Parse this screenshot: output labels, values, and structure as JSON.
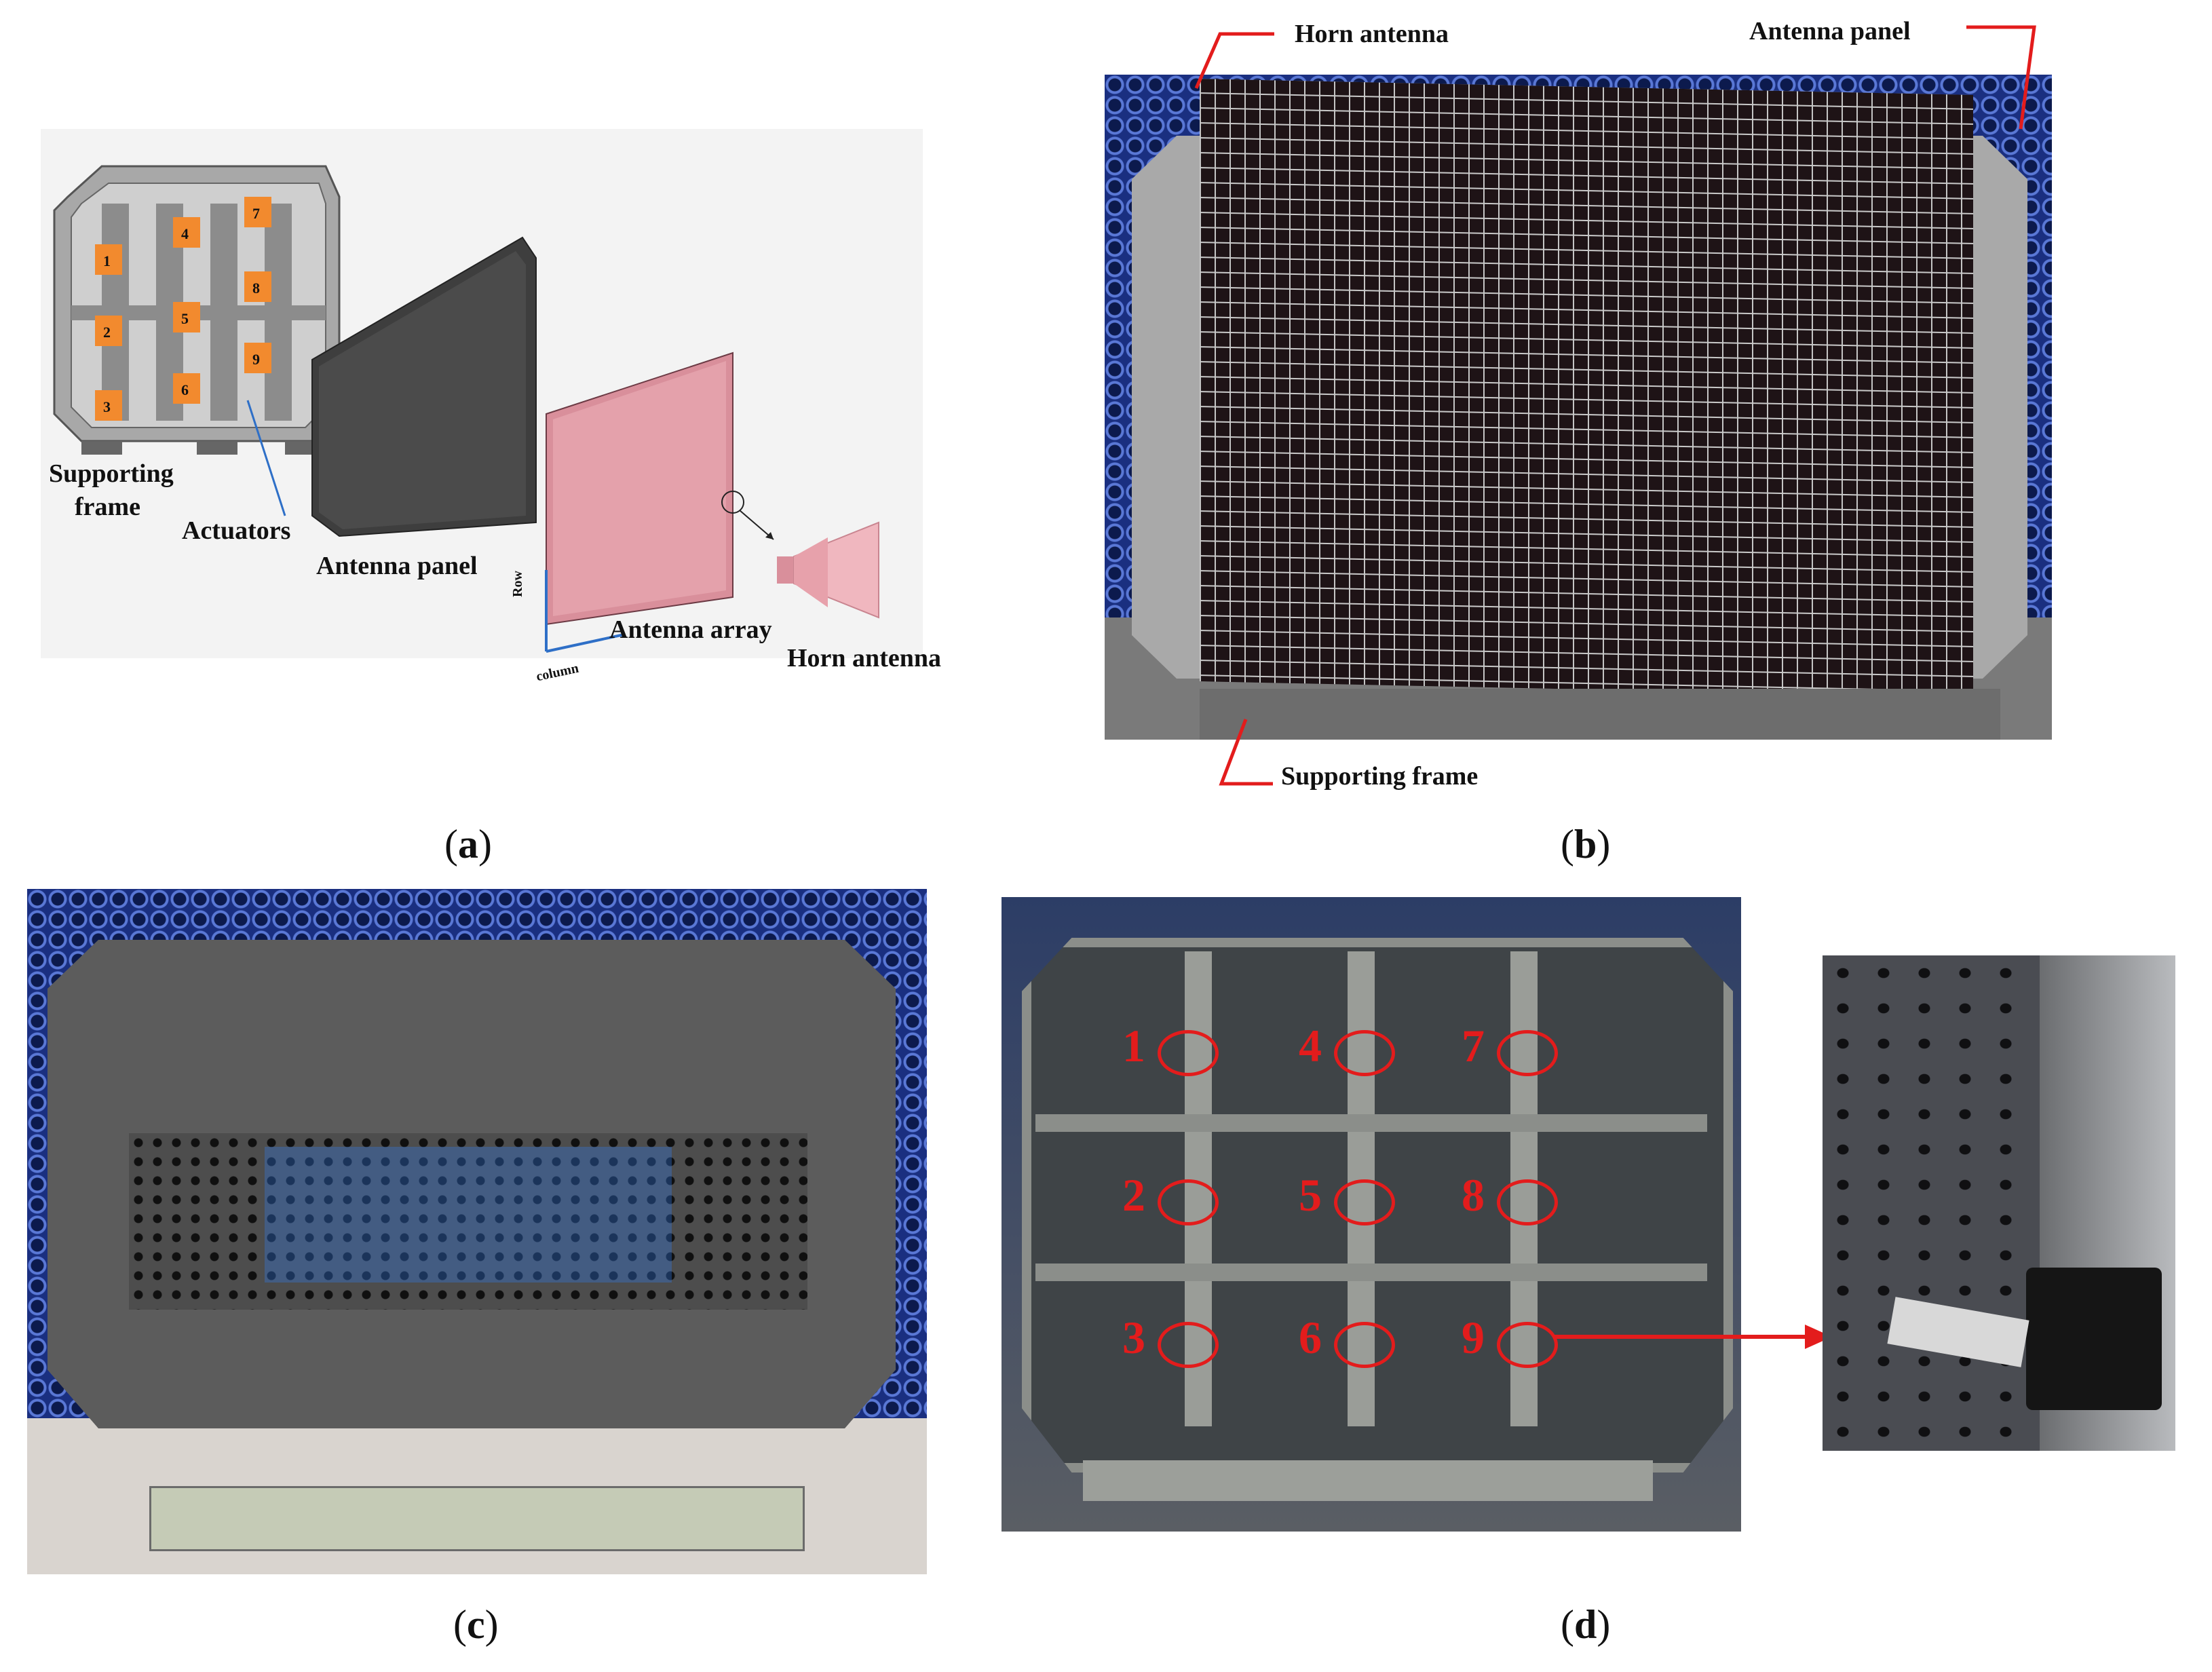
{
  "panels": {
    "a": {
      "letter": "a",
      "labels": {
        "supporting_frame_1": "Supporting",
        "supporting_frame_2": "frame",
        "actuators": "Actuators",
        "antenna_panel": "Antenna panel",
        "antenna_array": "Antenna array",
        "horn_antenna": "Horn antenna",
        "axis_row": "Row",
        "axis_column": "column"
      },
      "actuator_numbers": [
        "1",
        "2",
        "3",
        "4",
        "5",
        "6",
        "7",
        "8",
        "9"
      ]
    },
    "b": {
      "letter": "b",
      "labels": {
        "horn_antenna": "Horn antenna",
        "antenna_panel": "Antenna panel",
        "supporting_frame": "Supporting frame"
      }
    },
    "c": {
      "letter": "c"
    },
    "d": {
      "letter": "d",
      "actuator_numbers": [
        "1",
        "2",
        "3",
        "4",
        "5",
        "6",
        "7",
        "8",
        "9"
      ]
    }
  },
  "colors": {
    "accent_red": "#e31c1c",
    "actuator_orange": "#f28a2e",
    "frame_gray": "#9a9a9a",
    "array_pink": "#e7a7b0",
    "chamber_blue": "#1a2f80"
  }
}
